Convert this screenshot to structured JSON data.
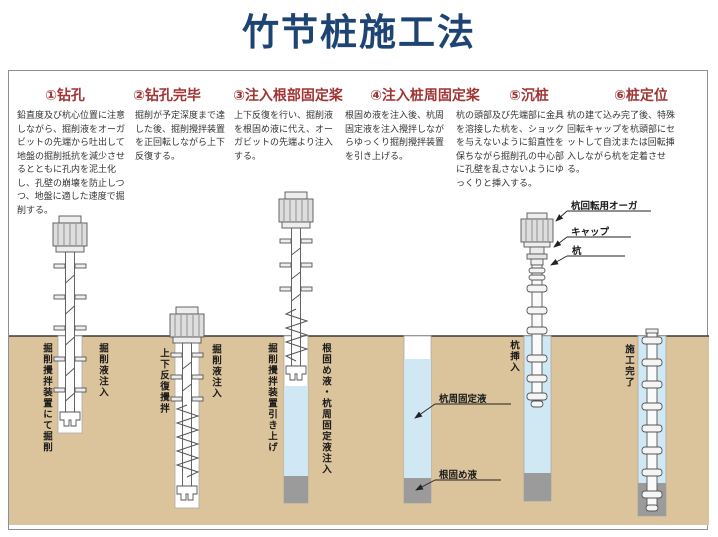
{
  "title": "竹节桩施工法",
  "colors": {
    "title_blue": "#1d4472",
    "step_header_red": "#a03433",
    "ground": "#dbc39c",
    "liquid_blue": "#cfe8f4",
    "root_gray": "#9b9b9b"
  },
  "steps": [
    {
      "label": "①钻孔",
      "description": "鉛直度及び杭心位置に注意しながら、掘削液をオーガビットの先端から吐出して地盤の掘削抵抗を減少させるとともに孔内を泥土化し、孔壁の崩壊を防止しつつ、地盤に適した速度で掘削する。",
      "left_label": "掘削攪拌装置にて掘削",
      "right_label": "掘削液注入"
    },
    {
      "label": "②钻孔完毕",
      "description": "掘削が予定深度まで達した後、掘削攪拌装置を正回転しながら上下反復する。",
      "left_label": "上下反復攪拌",
      "right_label": "掘削液注入"
    },
    {
      "label": "③注入根部固定桨",
      "description": "上下反復を行い、掘削液を根固め液に代え、オーガビットの先端より注入する。",
      "left_label": "掘削攪拌装置引き上げ",
      "right_label": "根固め液・杭周固定液注入"
    },
    {
      "label": "④注入桩周固定桨",
      "description": "根固め液を注入後、杭周固定液を注入攪拌しながらゆっくり掘削攪拌装置を引き上げる。",
      "annotations": {
        "pile_surround_liquid": "杭周固定液",
        "root_fix_liquid": "根固め液"
      }
    },
    {
      "label": "⑤沉桩",
      "description": "杭の頭部及び先端部に金具を溶接した杭を、ショックを与えないように鉛直性を保ちながら掘削孔の中心部に孔壁を乱さないようにゆっくりと挿入する。",
      "left_label": "杭挿入",
      "annotations": {
        "auger": "杭回転用オーガ",
        "cap": "キャップ",
        "pile": "杭"
      }
    },
    {
      "label": "⑥桩定位",
      "description": "杭の建て込み完了後、特殊回転キャップを杭頭部にセットして自沈または回転挿入しながら杭を定着させる。",
      "left_label": "施工完了"
    }
  ]
}
